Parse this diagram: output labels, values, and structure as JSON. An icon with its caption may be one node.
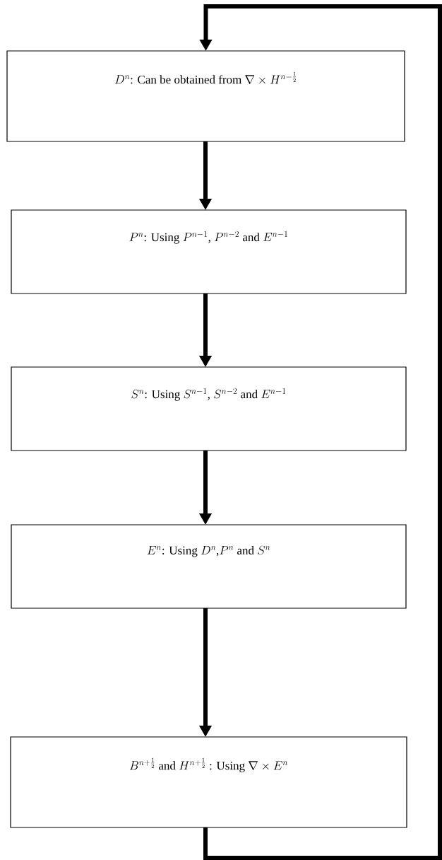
{
  "diagram": {
    "nodes": [
      {
        "text": [
          "D^{n}\\text{: Can be obtained from }\\nabla\\times H^{n-\\frac{1}{2}}"
        ]
      },
      {
        "text": [
          "P^{n}\\text{: Using }P^{n-1}\\text{, }P^{n-2}\\text{ and }E^{n-1}"
        ]
      },
      {
        "text": [
          "S^{n}\\text{: Using  }S^{n-1}\\text{, }S^{n-2}\\text{ and }E^{n-1}"
        ]
      },
      {
        "text": [
          "E^{n}\\text{: Using }D^{n}\\text{,}P^{n}\\text{ and }S^{n}"
        ]
      },
      {
        "text": [
          "B^{n+\\frac{1}{2}}\\text{ and }H^{n+\\frac{1}{2}}\\text{ : Using }\\nabla\\times E^{n}"
        ]
      }
    ],
    "edges": [
      {
        "from": 0,
        "to": 1,
        "arrow": "to"
      },
      {
        "from": 1,
        "to": 2,
        "arrow": "to"
      },
      {
        "from": 2,
        "to": 3,
        "arrow": "to"
      },
      {
        "from": 3,
        "to": 4,
        "arrow": "to"
      },
      {
        "from": 4,
        "to": 0,
        "arrow": "to"
      }
    ]
  }
}
